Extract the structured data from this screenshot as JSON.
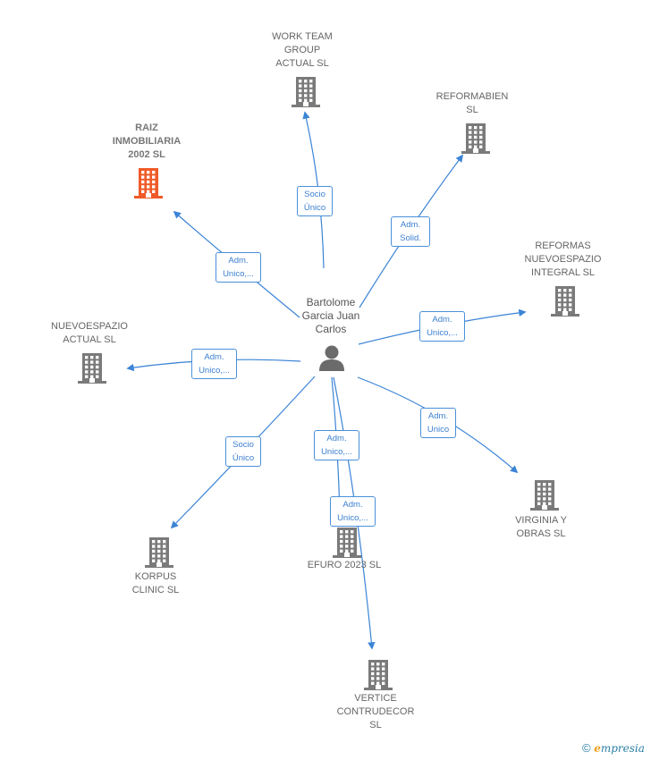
{
  "colors": {
    "edge": "#3b84d6",
    "building": "#7a7a7a",
    "highlight": "#f05a28",
    "person": "#6b6b6b"
  },
  "center": {
    "name": "Bartolome\nGarcia Juan\nCarlos",
    "icon": "person-icon"
  },
  "nodes": [
    {
      "id": "work-team-group",
      "name": "WORK TEAM\nGROUP\nACTUAL SL",
      "icon": "building-icon"
    },
    {
      "id": "reformabien",
      "name": "REFORMABIEN\nSL",
      "icon": "building-icon"
    },
    {
      "id": "raiz-inmobiliaria",
      "name": "RAIZ\nINMOBILIARIA\n2002  SL",
      "icon": "building-icon",
      "highlight": true
    },
    {
      "id": "reformas-nuevoespazio",
      "name": "REFORMAS\nNUEVOESPAZIO\nINTEGRAL  SL",
      "icon": "building-icon"
    },
    {
      "id": "nuevoespazio-actual",
      "name": "NUEVOESPAZIO\nACTUAL  SL",
      "icon": "building-icon"
    },
    {
      "id": "virginia-y-obras",
      "name": "VIRGINIA Y\nOBRAS  SL",
      "icon": "building-icon"
    },
    {
      "id": "korpus-clinic",
      "name": "KORPUS\nCLINIC  SL",
      "icon": "building-icon"
    },
    {
      "id": "efuro-2023",
      "name": "EFURO 2023  SL",
      "icon": "building-icon"
    },
    {
      "id": "vertice-contrudecor",
      "name": "VERTICE\nCONTRUDECOR\nSL",
      "icon": "building-icon"
    }
  ],
  "edges": [
    {
      "to": "work-team-group",
      "label": "Socio\nÚnico"
    },
    {
      "to": "reformabien",
      "label": "Adm.\nSolid."
    },
    {
      "to": "raiz-inmobiliaria",
      "label": "Adm.\nUnico,..."
    },
    {
      "to": "reformas-nuevoespazio",
      "label": "Adm.\nUnico,..."
    },
    {
      "to": "nuevoespazio-actual",
      "label": "Adm.\nUnico,..."
    },
    {
      "to": "virginia-y-obras",
      "label": "Adm.\nUnico"
    },
    {
      "to": "korpus-clinic",
      "label": "Socio\nÚnico"
    },
    {
      "to": "efuro-2023",
      "label": "Adm.\nUnico,..."
    },
    {
      "to": "vertice-contrudecor",
      "label": "Adm.\nUnico,..."
    }
  ],
  "footer": {
    "copyright": "©",
    "brand_initial": "e",
    "brand_rest": "mpresia"
  }
}
